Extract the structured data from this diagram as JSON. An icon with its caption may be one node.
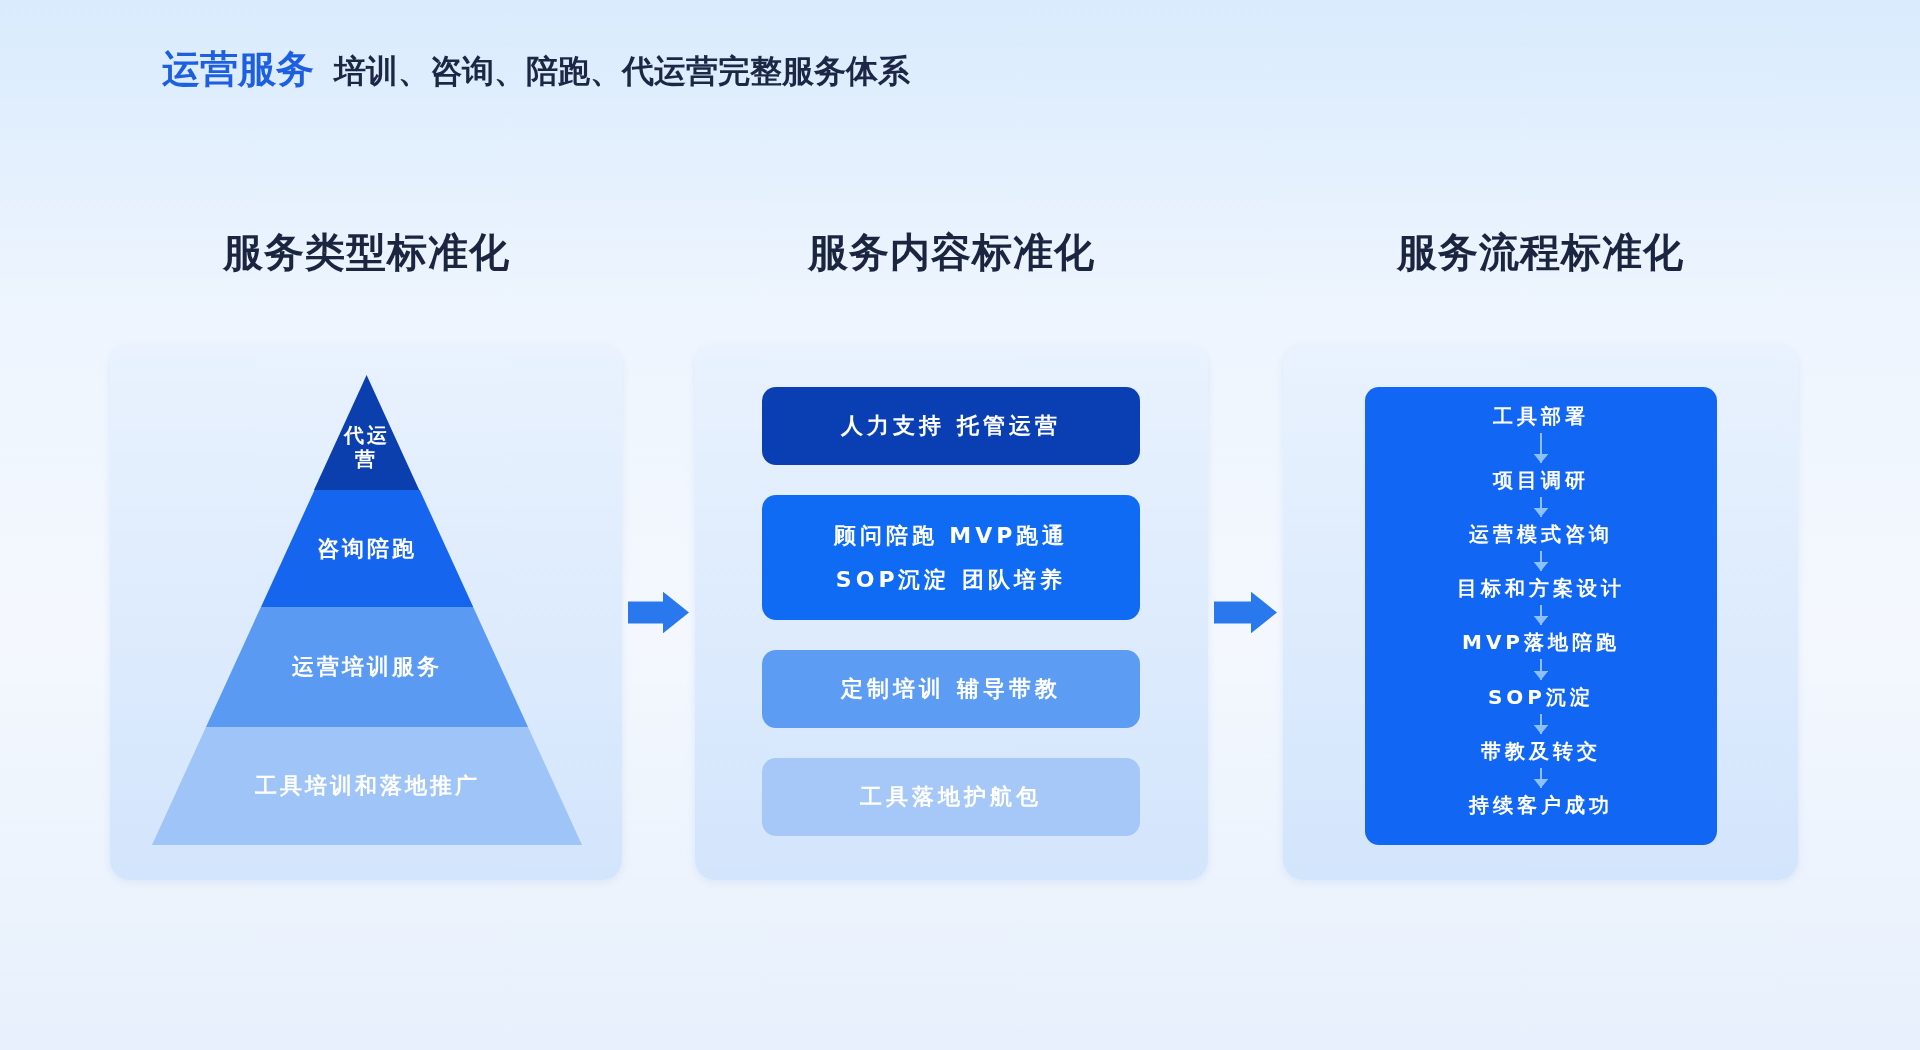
{
  "diagram": {
    "title": "运营服务",
    "nodes": [
      {
        "text": [
          "服务类型标准化"
        ]
      },
      {
        "text": [
          "代运营"
        ],
        "in": 0
      },
      {
        "text": [
          "咨询陪跑"
        ],
        "in": 0
      },
      {
        "text": [
          "运营培训服务"
        ],
        "in": 0
      },
      {
        "text": [
          "工具培训和落地推广"
        ],
        "in": 0
      },
      {
        "text": [
          "服务内容标准化"
        ]
      },
      {
        "text": [
          "人力支持 托管运营"
        ],
        "in": 5
      },
      {
        "text": [
          "顾问陪跑 MVP跑通 SOP沉淀 团队培养"
        ],
        "in": 5
      },
      {
        "text": [
          "定制培训 辅导带教"
        ],
        "in": 5
      },
      {
        "text": [
          "工具落地护航包"
        ],
        "in": 5
      },
      {
        "text": [
          "服务流程标准化"
        ]
      },
      {
        "text": [],
        "shape": "box",
        "in": 10
      },
      {
        "text": [
          "工具部署"
        ],
        "in": 11
      },
      {
        "text": [
          "项目调研"
        ],
        "in": 11
      },
      {
        "text": [
          "运营模式咨询"
        ],
        "in": 11
      },
      {
        "text": [
          "目标和方案设计"
        ],
        "in": 11
      },
      {
        "text": [
          "MVP落地陪跑"
        ],
        "in": 11
      },
      {
        "text": [
          "SOP沉淀"
        ],
        "in": 11
      },
      {
        "text": [
          "带教及转交"
        ],
        "in": 11
      },
      {
        "text": [
          "持续客户成功"
        ],
        "in": 11
      }
    ],
    "edges": [
      {
        "from": 0,
        "to": 5,
        "arrow": "to",
        "style": "thick",
        "color": "#2a78ee"
      },
      {
        "from": 5,
        "to": 10,
        "arrow": "to",
        "style": "thick",
        "color": "#2a78ee"
      },
      {
        "from": 12,
        "to": 13,
        "arrow": "to"
      },
      {
        "from": 13,
        "to": 14,
        "arrow": "to"
      },
      {
        "from": 14,
        "to": 15,
        "arrow": "to"
      },
      {
        "from": 15,
        "to": 16,
        "arrow": "to"
      },
      {
        "from": 16,
        "to": 17,
        "arrow": "to"
      },
      {
        "from": 17,
        "to": 18,
        "arrow": "to"
      },
      {
        "from": 18,
        "to": 19,
        "arrow": "to"
      }
    ],
    "labels": [
      "培训、咨询、陪跑、代运营完整服务体系"
    ]
  }
}
